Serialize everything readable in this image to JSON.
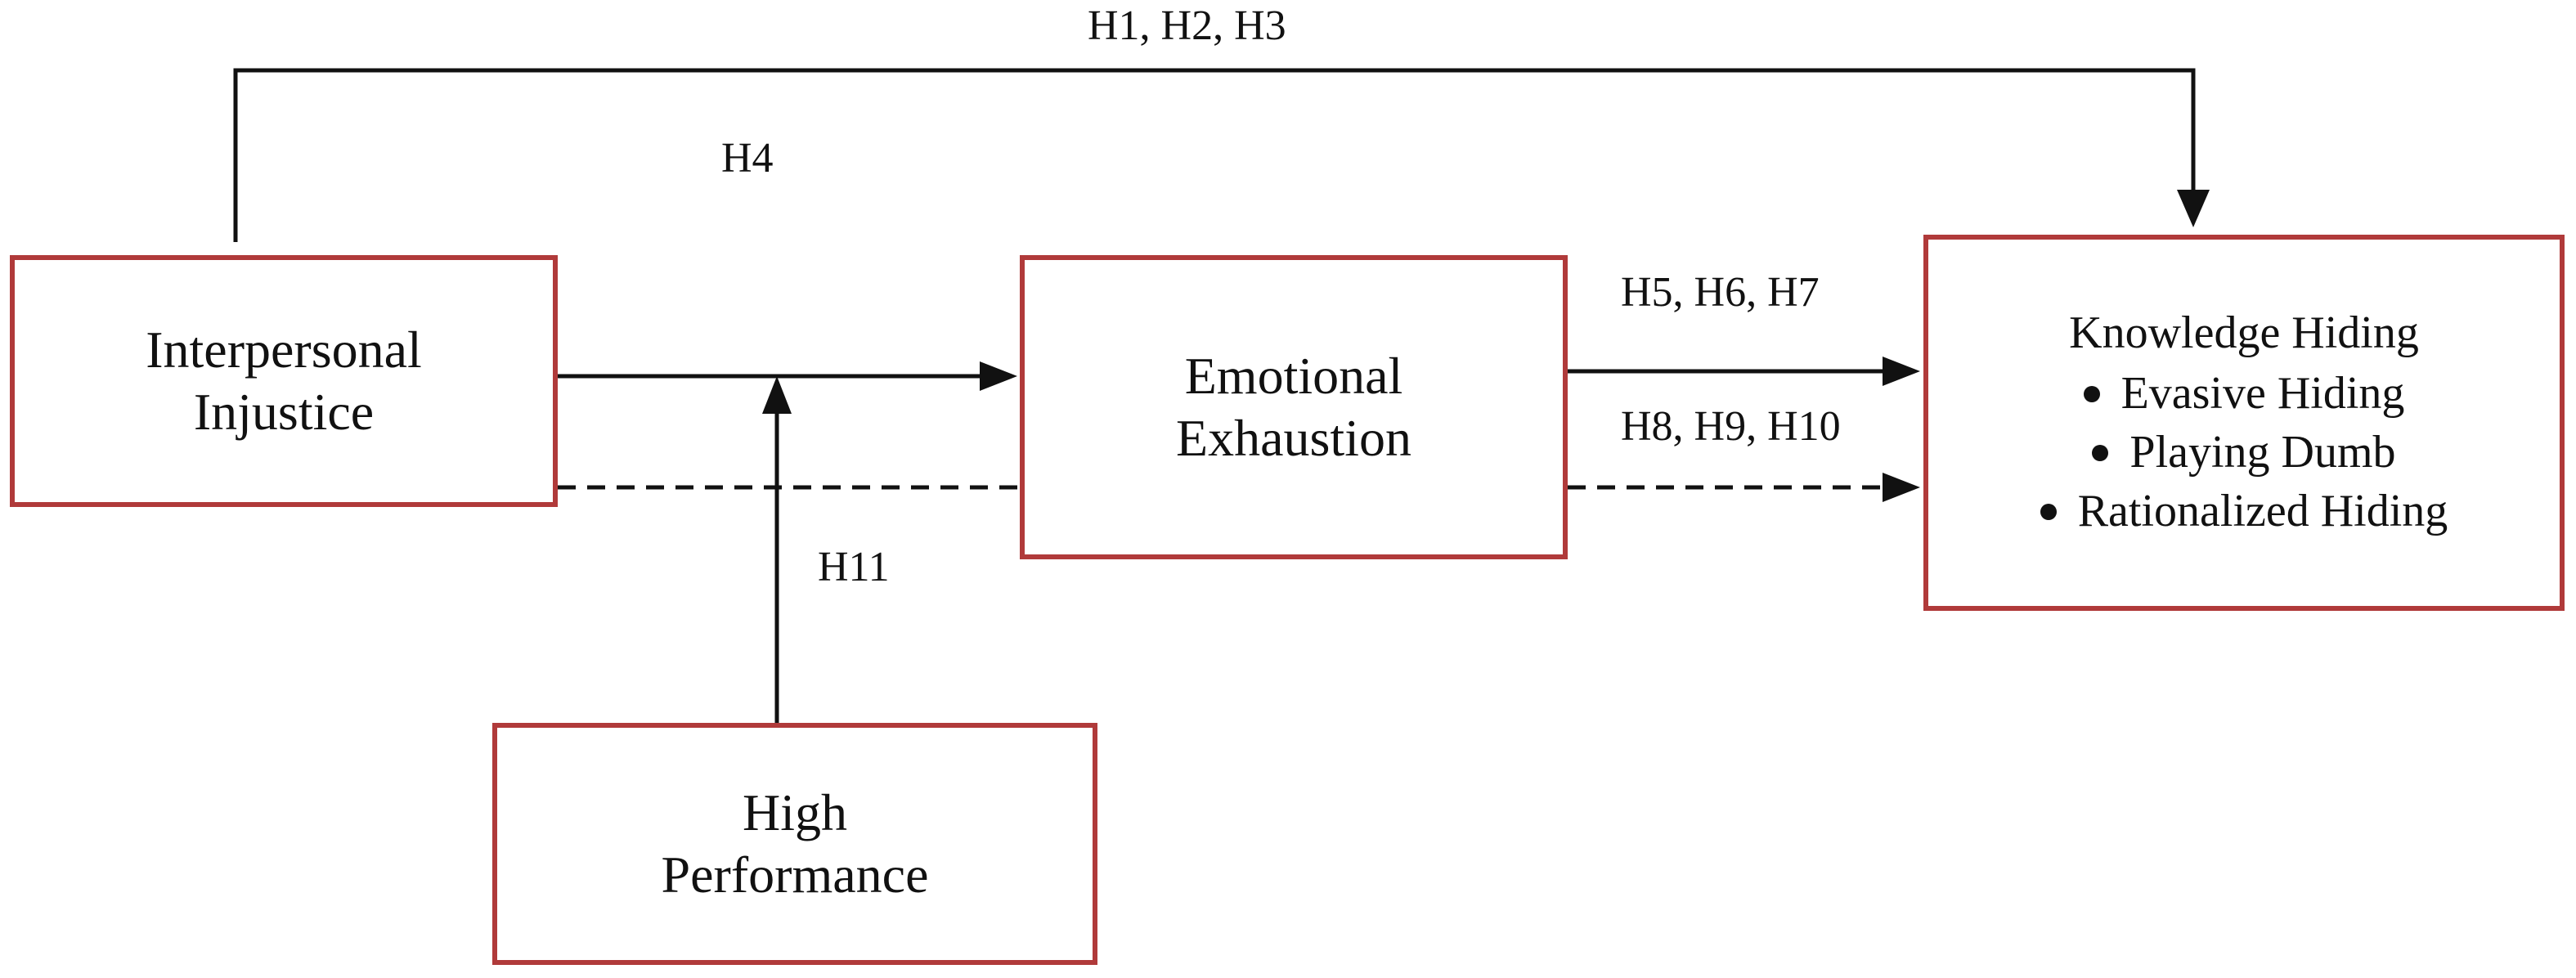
{
  "boxes": {
    "interpersonal_injustice": {
      "lines": [
        "Interpersonal",
        "Injustice"
      ]
    },
    "emotional_exhaustion": {
      "lines": [
        "Emotional",
        "Exhaustion"
      ]
    },
    "knowledge_hiding": {
      "title": "Knowledge Hiding",
      "items": [
        "Evasive Hiding",
        "Playing Dumb",
        "Rationalized Hiding"
      ]
    },
    "high_performance": {
      "lines": [
        "High",
        "Performance"
      ]
    }
  },
  "hypotheses": {
    "direct_path": "H1, H2, H3",
    "mediation": "H4",
    "exhaustion_to_hiding": "H5, H6, H7",
    "indirect_path": "H8, H9, H10",
    "moderation": "H11"
  },
  "colors": {
    "box_border": "#b03a3a",
    "arrow": "#111111"
  }
}
